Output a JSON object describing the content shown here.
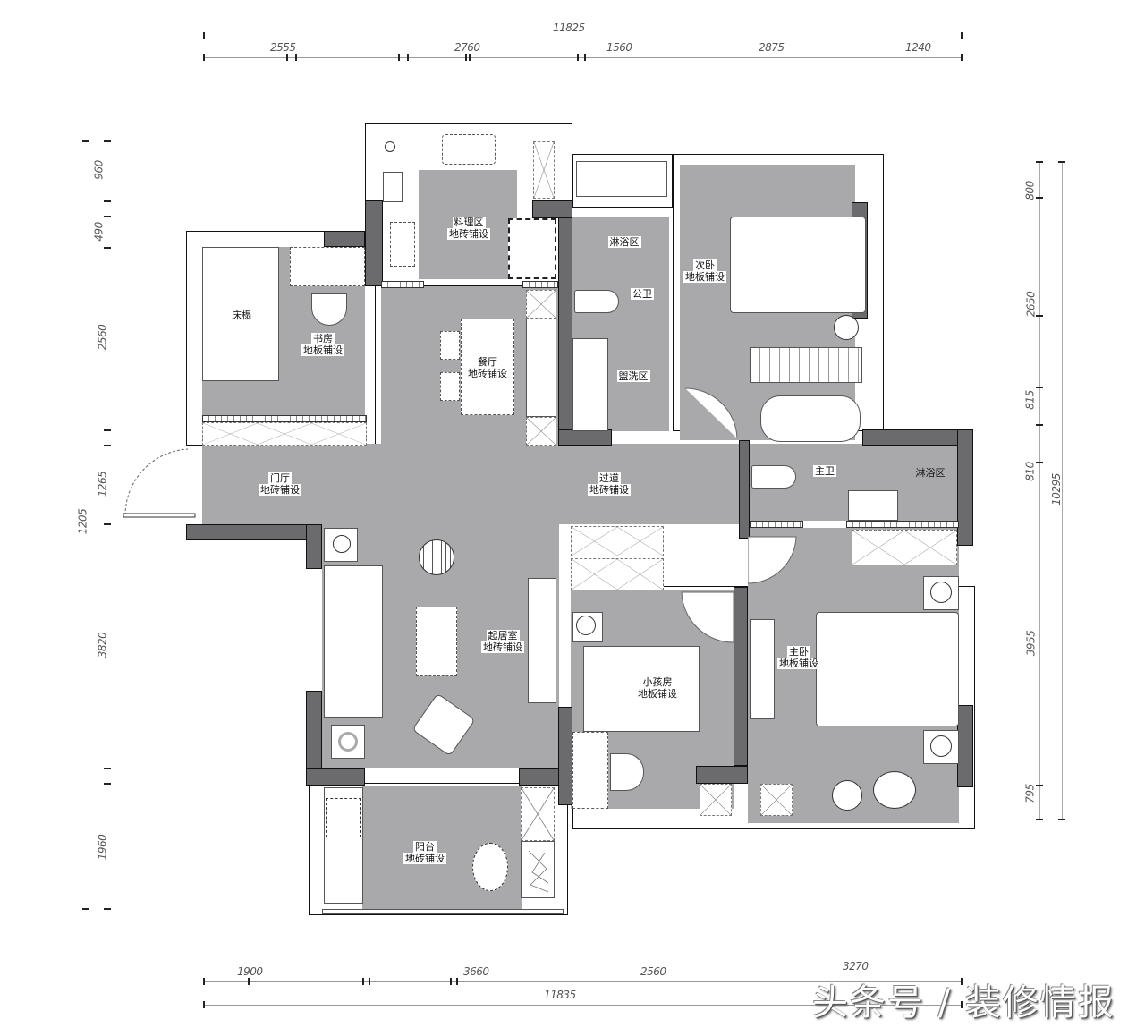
{
  "dimensions": {
    "top_total": "11825",
    "top_segments": [
      "2555",
      "2760",
      "1560",
      "2875",
      "1240"
    ],
    "left_segments": [
      "960",
      "490",
      "2560",
      "1265",
      "3820",
      "1960"
    ],
    "left_extra": "1205",
    "right_segments": [
      "800",
      "2650",
      "815",
      "810",
      "3955",
      "795"
    ],
    "right_total": "10295",
    "bottom_segments": [
      "1900",
      "3660",
      "2560",
      "3270"
    ],
    "bottom_total": "11835"
  },
  "rooms": {
    "kitchen": {
      "name": "料理区",
      "floor": "地砖铺设"
    },
    "study_bed": {
      "name": "床榻"
    },
    "study": {
      "name": "书房",
      "floor": "地板铺设"
    },
    "dining": {
      "name": "餐厅",
      "floor": "地砖铺设"
    },
    "shower_public": {
      "name": "淋浴区"
    },
    "public_wc": {
      "name": "公卫"
    },
    "wash_area": {
      "name": "盥洗区"
    },
    "second_bedroom": {
      "name": "次卧",
      "floor": "地板铺设"
    },
    "foyer": {
      "name": "门厅",
      "floor": "地砖铺设"
    },
    "corridor": {
      "name": "过道",
      "floor": "地砖铺设"
    },
    "master_bath": {
      "name": "主卫"
    },
    "master_shower": {
      "name": "淋浴区"
    },
    "living": {
      "name": "起居室",
      "floor": "地砖铺设"
    },
    "kids_room": {
      "name": "小孩房",
      "floor": "地板铺设"
    },
    "master_bedroom": {
      "name": "主卧",
      "floor": "地板铺设"
    },
    "balcony": {
      "name": "阳台",
      "floor": "地砖铺设"
    }
  },
  "watermark": "头条号 / 装修情报",
  "colors": {
    "floor": "#a9a9ab",
    "wall": "#6b6b6d",
    "furniture": "#ffffff",
    "line": "#111111"
  }
}
